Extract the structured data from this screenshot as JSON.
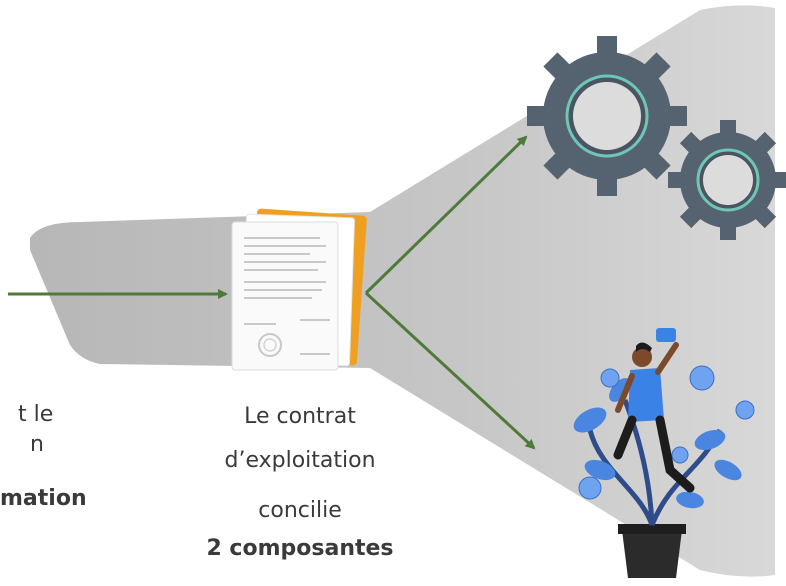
{
  "left_text": {
    "line1": "t le",
    "line2": "n",
    "line3": "mation"
  },
  "center_text": {
    "line1": "Le contrat",
    "line2": "d’exploitation",
    "line3": "concilie",
    "line4": "2 composantes"
  },
  "colors": {
    "funnel": "#bdbdbd",
    "arrow": "#4e7a3a",
    "document_accent": "#f0a020",
    "gear": "#556270",
    "gear_ring": "#6fc6b6",
    "plant_blue": "#4a86e0",
    "pot": "#2b2b2b"
  },
  "icons": [
    "document-icon",
    "gears-icon",
    "gardener-plant-icon"
  ]
}
